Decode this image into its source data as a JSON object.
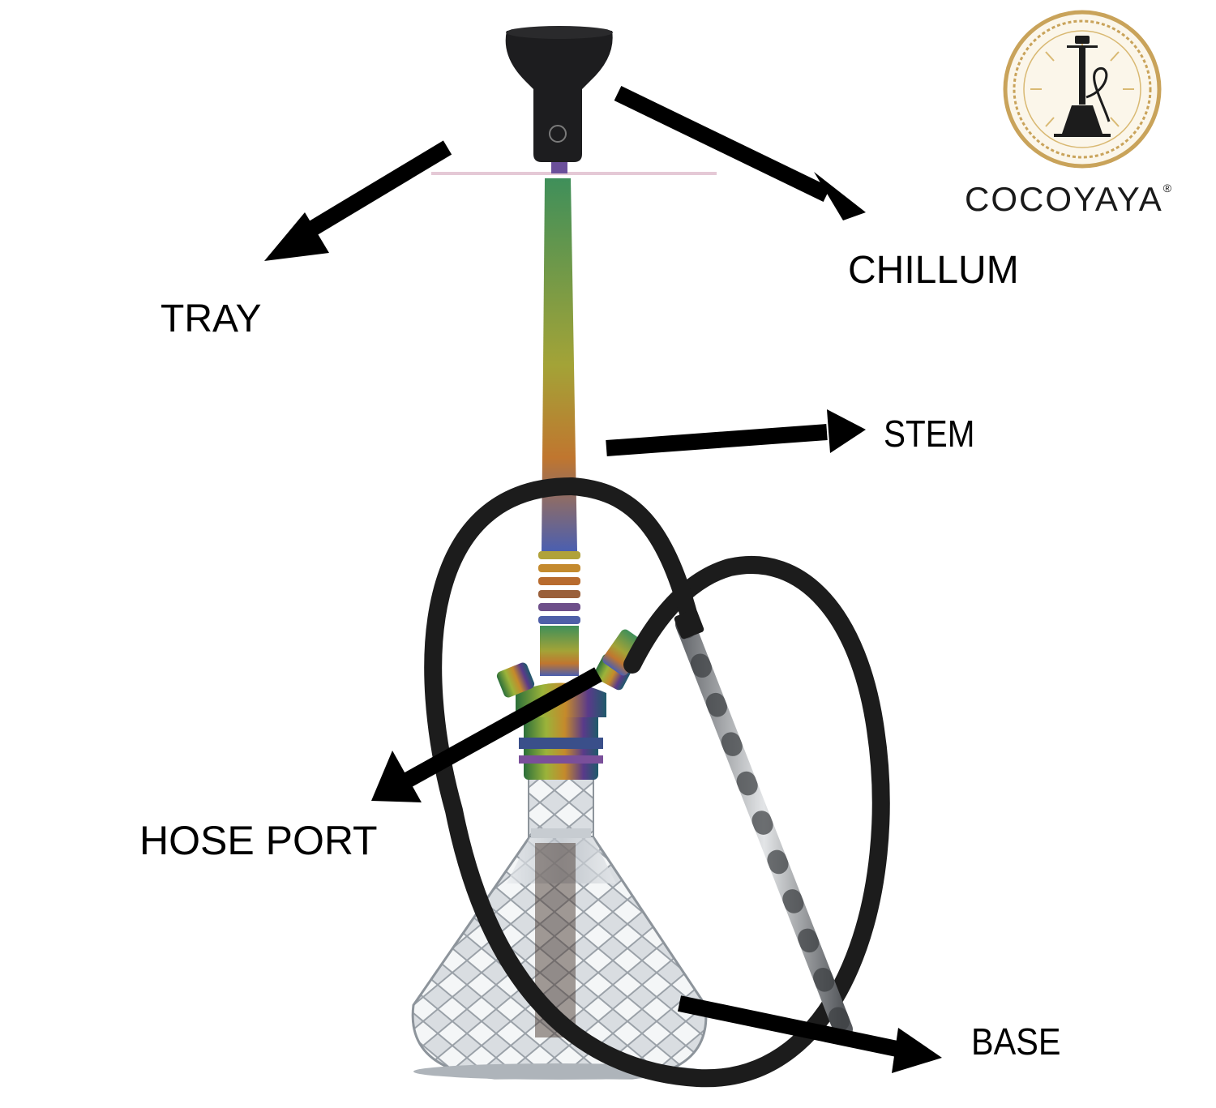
{
  "labels": {
    "tray": "TRAY",
    "chillum": "CHILLUM",
    "stem": "STEM",
    "hose_port": "HOSE PORT",
    "base": "BASE"
  },
  "brand": {
    "name": "COCOYAYA",
    "mark": "®"
  },
  "colors": {
    "text": "#000000",
    "arrow": "#000000",
    "logo_ring": "#c9a35a",
    "logo_fill": "#fbf6ea",
    "hose": "#1c1c1c",
    "glass": "#c8cdd2"
  }
}
